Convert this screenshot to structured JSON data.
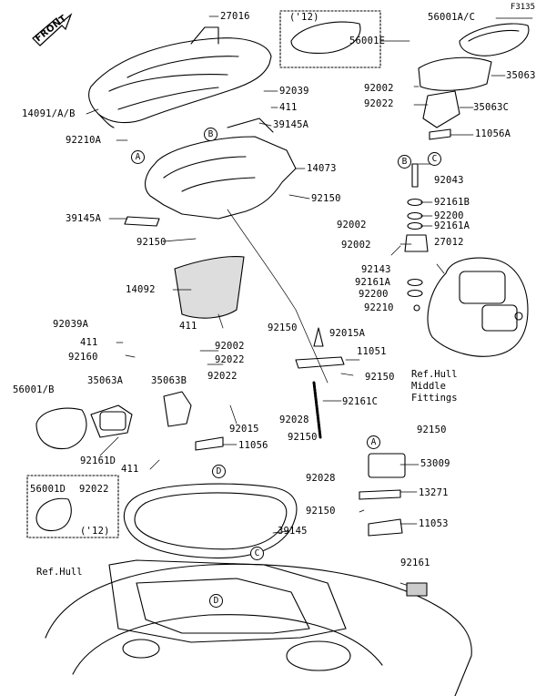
{
  "figure_code": "F3135",
  "front_label": "FRONT",
  "callouts": {
    "a": "A",
    "b": "B",
    "c": "C",
    "d": "D"
  },
  "variant_note": "('12)",
  "ref_hull": "Ref.Hull",
  "ref_hull_fittings": "Ref.Hull\nMiddle\nFittings",
  "parts": {
    "p27016": "27016",
    "p56001ac": "56001A/C",
    "p56001e": "56001E",
    "p35063": "35063",
    "p14091": "14091/A/B",
    "p92039": "92039",
    "p411a": "411",
    "p39145a_top": "39145A",
    "p92002_r1": "92002",
    "p92022_r1": "92022",
    "p35063c": "35063C",
    "p11056a": "11056A",
    "p92210a": "92210A",
    "p14073": "14073",
    "p92043": "92043",
    "p92161b": "92161B",
    "p92150_a": "92150",
    "p92200_a": "92200",
    "p39145a_l": "39145A",
    "p92002_r2": "92002",
    "p92161a_a": "92161A",
    "p92150_b": "92150",
    "p92002_r3": "92002",
    "p27012": "27012",
    "p92143": "92143",
    "p92161a_b": "92161A",
    "p14092": "14092",
    "p92200_b": "92200",
    "p92210": "92210",
    "p411b": "411",
    "p92039a": "92039A",
    "p92150_c": "92150",
    "p92015a": "92015A",
    "p411c": "411",
    "p92002_m": "92002",
    "p11051": "11051",
    "p92160": "92160",
    "p92022_m": "92022",
    "p56001b": "56001/B",
    "p35063a": "35063A",
    "p35063b": "35063B",
    "p92022_m2": "92022",
    "p92150_d": "92150",
    "p92161c": "92161C",
    "p92015": "92015",
    "p92028_a": "92028",
    "p11056": "11056",
    "p92150_e": "92150",
    "p92150_f": "92150",
    "p92161d": "92161D",
    "p411d": "411",
    "p92028_b": "92028",
    "p53009": "53009",
    "p56001d": "56001D",
    "p92022_b": "92022",
    "p13271": "13271",
    "p92150_g": "92150",
    "p11053": "11053",
    "p39145": "39145",
    "p92161": "92161"
  }
}
